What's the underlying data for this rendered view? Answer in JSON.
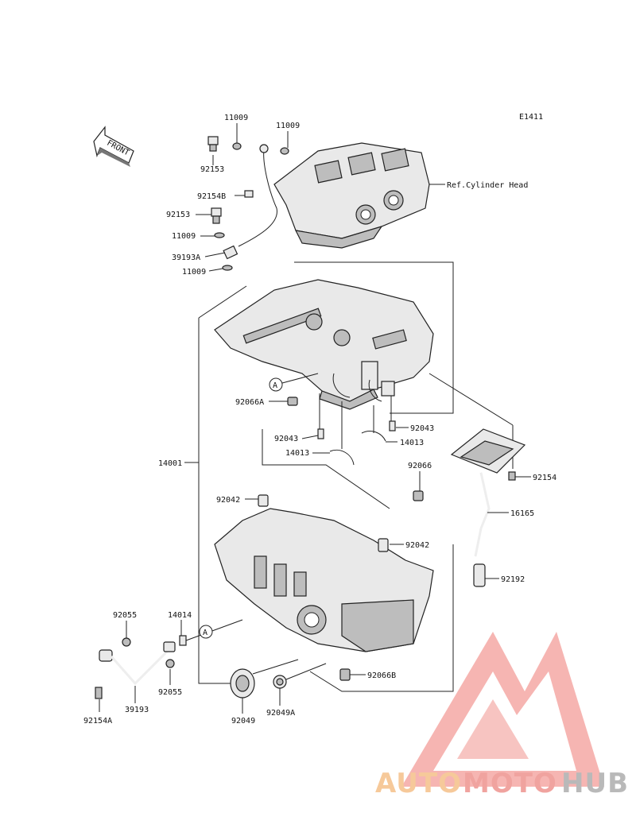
{
  "diagram_code": "E1411",
  "front_label": "FRONT",
  "reference_label": "Ref.Cylinder Head",
  "callouts": {
    "a_top": "A",
    "a_bottom": "A"
  },
  "labels": {
    "p11009_a": "11009",
    "p11009_b": "11009",
    "p92153_a": "92153",
    "p92154B": "92154B",
    "p92153_b": "92153",
    "p11009_c": "11009",
    "p39193A": "39193A",
    "p11009_d": "11009",
    "p92066A": "92066A",
    "p92043_a": "92043",
    "p92043_b": "92043",
    "p14013_a": "14013",
    "p14013_b": "14013",
    "p14001": "14001",
    "p92066": "92066",
    "p92154": "92154",
    "p92042_a": "92042",
    "p16165": "16165",
    "p92042_b": "92042",
    "p92192": "92192",
    "p92055_a": "92055",
    "p14014": "14014",
    "p92055_b": "92055",
    "p92154A": "92154A",
    "p39193": "39193",
    "p92049": "92049",
    "p92049A": "92049A",
    "p92066B": "92066B"
  },
  "watermark": {
    "auto": "AUTO",
    "moto": "MOTO",
    "hub": "HUB",
    "colors": {
      "auto": "#f6c99a",
      "moto": "#f0a39f",
      "hub": "#b9b9b9",
      "logo": "#f2938e"
    }
  }
}
